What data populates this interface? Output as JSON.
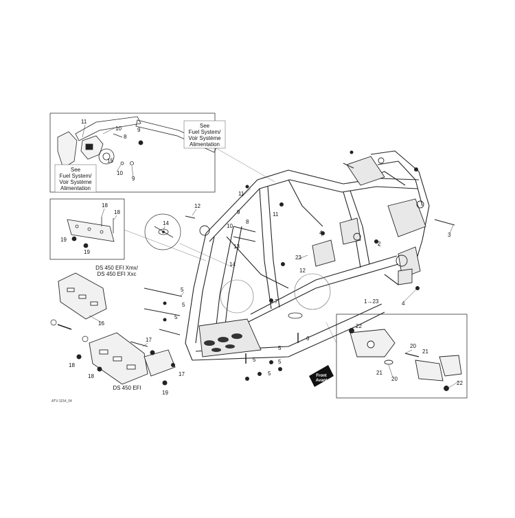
{
  "note_top": [
    "See",
    "Fuel System/",
    "Voir Système",
    "Alimentation"
  ],
  "note_left": [
    "See",
    "Fuel System/",
    "Voir Système",
    "Alimentation"
  ],
  "variant_top": [
    "DS 450 EFI Xmx/",
    "DS 450 EFI Xxc"
  ],
  "variant_bottom": "DS 450 EFI",
  "front_label": [
    "Front",
    "Avant"
  ],
  "ref_code": "ATV-1154_04",
  "callouts": {
    "c11a": "11",
    "c10a": "10",
    "c9a": "9",
    "c8a": "8",
    "c15": "15",
    "c10b": "10",
    "c9b": "9",
    "c18a": "18",
    "c18b": "18",
    "c19a": "19",
    "c19b": "19",
    "c14": "14",
    "c16": "16",
    "c18c": "18",
    "c18d": "18",
    "c17a": "17",
    "c17b": "17",
    "c19c": "19",
    "c12a": "12",
    "c11b": "11",
    "c11c": "11",
    "c9c": "9",
    "c8b": "8",
    "c10c": "10",
    "c13": "13",
    "c7": "7",
    "c14b": "14",
    "c23": "23",
    "c12b": "12",
    "c5a": "5",
    "c5b": "5",
    "c5c": "5",
    "c5d": "5",
    "c5e": "5",
    "c5f": "5",
    "c5g": "5",
    "c6": "6",
    "c4a": "4",
    "c4b": "4",
    "c2": "2",
    "c3": "3",
    "c1": "1→23",
    "c22a": "22",
    "c20a": "20",
    "c21a": "21",
    "c21b": "21",
    "c20b": "20",
    "c22b": "22"
  }
}
